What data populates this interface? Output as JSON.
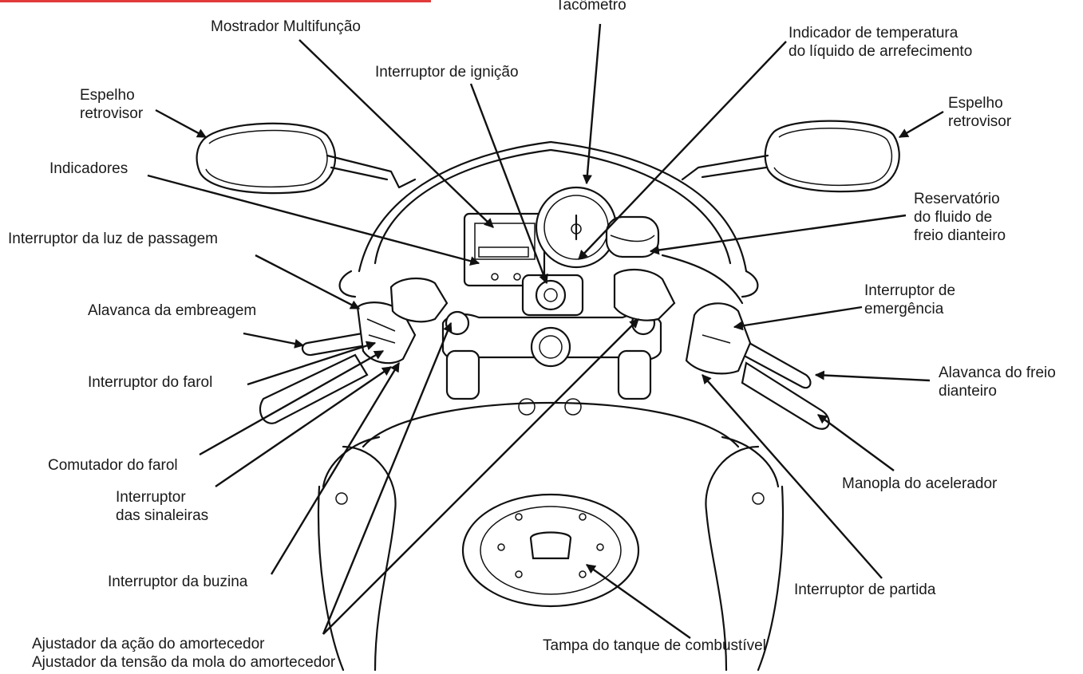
{
  "labels": {
    "tacometro": "Tacômetro",
    "mostrador": "Mostrador Multifunção",
    "ignicao": "Interruptor de ignição",
    "temp_l1": "Indicador de temperatura",
    "temp_l2": "do líquido de arrefecimento",
    "espelho_left_l1": "Espelho",
    "espelho_left_l2": "retrovisor",
    "espelho_right_l1": "Espelho",
    "espelho_right_l2": "retrovisor",
    "indicadores": "Indicadores",
    "luz_passagem": "Interruptor da luz de passagem",
    "reservatorio_l1": "Reservatório",
    "reservatorio_l2": "do fluido de",
    "reservatorio_l3": "freio dianteiro",
    "embreagem": "Alavanca da embreagem",
    "emergencia_l1": "Interruptor de",
    "emergencia_l2": "emergência",
    "farol": "Interruptor do farol",
    "freio_l1": "Alavanca do freio",
    "freio_l2": "dianteiro",
    "comutador": "Comutador do farol",
    "acelerador": "Manopla do acelerador",
    "sinaleiras_l1": "Interruptor",
    "sinaleiras_l2": "das sinaleiras",
    "buzina": "Interruptor da buzina",
    "partida": "Interruptor de partida",
    "ajustador_acao": "Ajustador da ação do amortecedor",
    "ajustador_tensao": "Ajustador da tensão da mola do amortecedor",
    "tampa": "Tampa do tanque de combustível"
  },
  "colors": {
    "accent_rule": "#e23a3a",
    "line": "#111111"
  }
}
